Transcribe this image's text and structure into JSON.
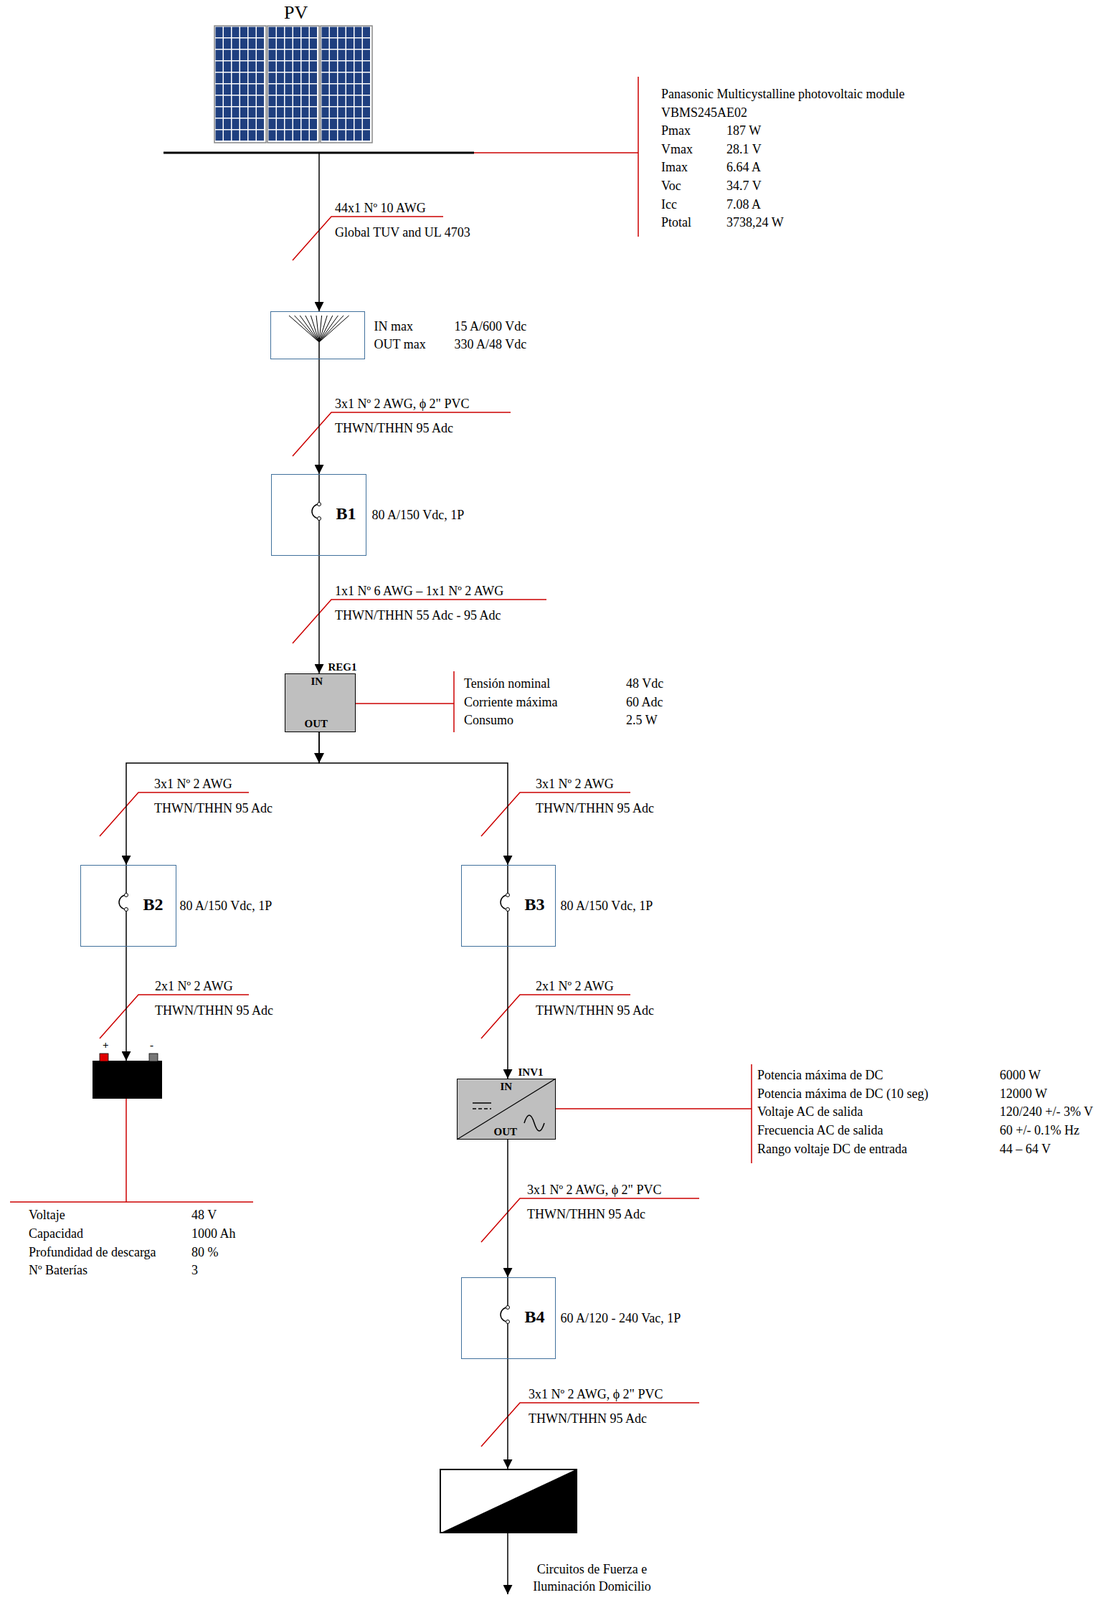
{
  "diagram": {
    "nodes": [
      {
        "text": [
          "PV"
        ]
      },
      {
        "text": [
          "IN max",
          "15 A/600 Vdc",
          "OUT max",
          "330 A/48 Vdc"
        ]
      },
      {
        "text": [
          "B1",
          "80 A/150 Vdc, 1P"
        ]
      },
      {
        "text": [
          "REG1",
          "IN",
          "OUT"
        ]
      },
      {
        "text": [
          "B2",
          "80 A/150 Vdc, 1P"
        ]
      },
      {
        "text": [
          "B3",
          "80 A/150 Vdc, 1P"
        ]
      },
      {
        "text": [
          "+",
          "-"
        ]
      },
      {
        "text": [
          "INV1",
          "IN",
          "OUT"
        ]
      },
      {
        "text": [
          "B4",
          "60 A/120 - 240 Vac, 1P"
        ]
      },
      {
        "text": []
      },
      {
        "text": [
          "Circuitos de Fuerza e Iluminación Domicilio"
        ]
      }
    ],
    "edges": [
      {
        "from": 0,
        "to": 1,
        "arrow": "to"
      },
      {
        "from": 1,
        "to": 2,
        "arrow": "to"
      },
      {
        "from": 2,
        "to": 3,
        "arrow": "to"
      },
      {
        "from": 3,
        "to": 4,
        "arrow": "to"
      },
      {
        "from": 3,
        "to": 5,
        "arrow": "to"
      },
      {
        "from": 4,
        "to": 6,
        "arrow": "to"
      },
      {
        "from": 5,
        "to": 7,
        "arrow": "to"
      },
      {
        "from": 7,
        "to": 8,
        "arrow": "to"
      },
      {
        "from": 8,
        "to": 9,
        "arrow": "to"
      },
      {
        "from": 9,
        "to": 10,
        "arrow": "to"
      }
    ],
    "labels": [
      "Panasonic Multicystalline photovoltaic module",
      "VBMS245AE02",
      "Pmax",
      "187 W",
      "Vmax",
      "28.1 V",
      "Imax",
      "6.64 A",
      "Voc",
      "34.7 V",
      "Icc",
      "7.08 A",
      "Ptotal",
      "3738,24 W",
      "44x1 Nº 10 AWG",
      "Global TUV and UL 4703",
      "3x1 Nº 2 AWG, ϕ 2\" PVC",
      "THWN/THHN 95 Adc",
      "1x1 Nº 6 AWG – 1x1 Nº 2 AWG",
      "THWN/THHN 55 Adc - 95 Adc",
      "Tensión nominal",
      "48 Vdc",
      "Corriente máxima",
      "60 Adc",
      "Consumo",
      "2.5 W",
      "3x1 Nº 2 AWG",
      "THWN/THHN 95 Adc",
      "3x1 Nº 2 AWG",
      "THWN/THHN 95 Adc",
      "2x1 Nº 2 AWG",
      "THWN/THHN 95 Adc",
      "2x1 Nº 2 AWG",
      "THWN/THHN 95 Adc",
      "Voltaje",
      "48 V",
      "Capacidad",
      "1000 Ah",
      "Profundidad de descarga",
      "80 %",
      "Nº Baterías",
      "3",
      "Potencia máxima de DC",
      "6000 W",
      "Potencia máxima de DC (10 seg)",
      "12000 W",
      "Voltaje AC de salida",
      "120/240 +/- 3% V",
      "Frecuencia AC de salida",
      "60 +/- 0.1% Hz",
      "Rango voltaje DC de entrada",
      "44 – 64 V",
      "3x1 Nº 2 AWG, ϕ 2\" PVC",
      "THWN/THHN 95 Adc",
      "3x1 Nº 2 AWG, ϕ 2\" PVC",
      "THWN/THHN 95 Adc"
    ]
  }
}
